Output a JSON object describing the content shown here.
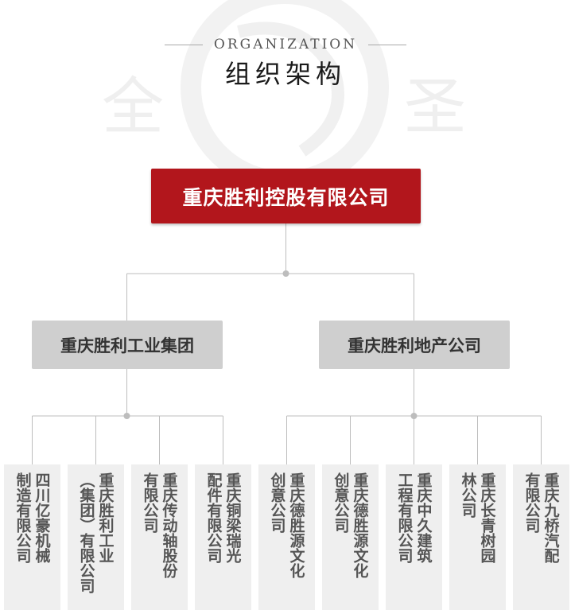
{
  "header": {
    "english": "ORGANIZATION",
    "title": "组织架构"
  },
  "watermark": {
    "left_char": "全",
    "right_char": "圣"
  },
  "root": {
    "label": "重庆胜利控股有限公司"
  },
  "groups": [
    {
      "label": "重庆胜利工业集团"
    },
    {
      "label": "重庆胜利地产公司"
    }
  ],
  "subsidiaries": [
    {
      "lines": [
        "四川亿豪机械",
        "制造有限公司"
      ]
    },
    {
      "lines": [
        "重庆胜利工业",
        "（集团）有限公司"
      ]
    },
    {
      "lines": [
        "重庆传动轴股份",
        "有限公司"
      ]
    },
    {
      "lines": [
        "重庆铜梁瑞光",
        "配件有限公司"
      ]
    },
    {
      "lines": [
        "重庆德胜源文化",
        "创意公司"
      ]
    },
    {
      "lines": [
        "重庆德胜源文化",
        "创意公司"
      ]
    },
    {
      "lines": [
        "重庆中久建筑",
        "工程有限公司"
      ]
    },
    {
      "lines": [
        "重庆长青树园",
        "林公司"
      ]
    },
    {
      "lines": [
        "重庆九桥汽配",
        "有限公司"
      ]
    }
  ],
  "colors": {
    "root_bg": "#b2161c",
    "group_bg": "#cfcfcf",
    "leaf_bg": "#efefef",
    "connector": "#bdbdbd"
  }
}
